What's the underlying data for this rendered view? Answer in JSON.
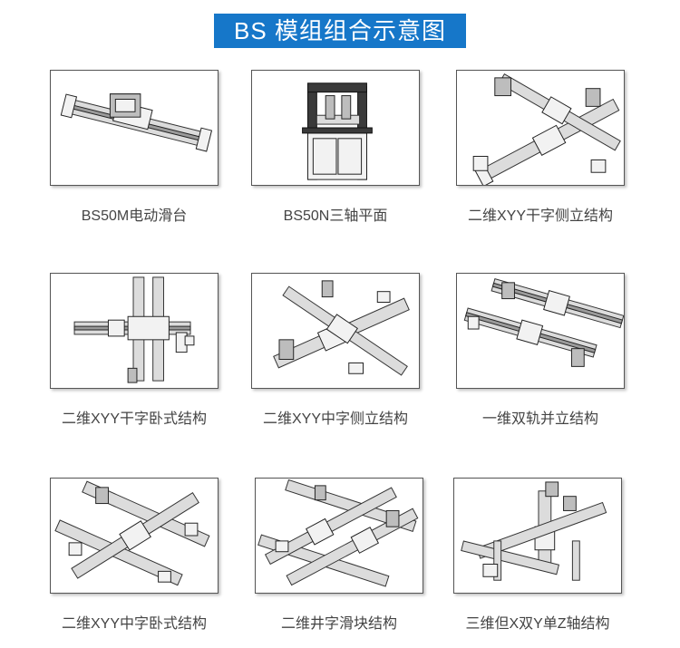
{
  "header": {
    "title": "BS 模组组合示意图"
  },
  "items": [
    {
      "label": "BS50M电动滑台",
      "icon": "linear-stage-illustration"
    },
    {
      "label": "BS50N三轴平面",
      "icon": "three-axis-machine-illustration"
    },
    {
      "label": "二维XYY干字侧立结构",
      "icon": "xyy-side-standing-illustration"
    },
    {
      "label": "二维XYY干字卧式结构",
      "icon": "xyy-horizontal-illustration"
    },
    {
      "label": "二维XYY中字侧立结构",
      "icon": "xyy-center-side-illustration"
    },
    {
      "label": "一维双轨并立结构",
      "icon": "dual-rail-parallel-illustration"
    },
    {
      "label": "二维XYY中字卧式结构",
      "icon": "xyy-center-horizontal-illustration"
    },
    {
      "label": "二维井字滑块结构",
      "icon": "grid-slider-illustration"
    },
    {
      "label": "三维但X双Y单Z轴结构",
      "icon": "x-dual-y-single-z-illustration"
    }
  ]
}
